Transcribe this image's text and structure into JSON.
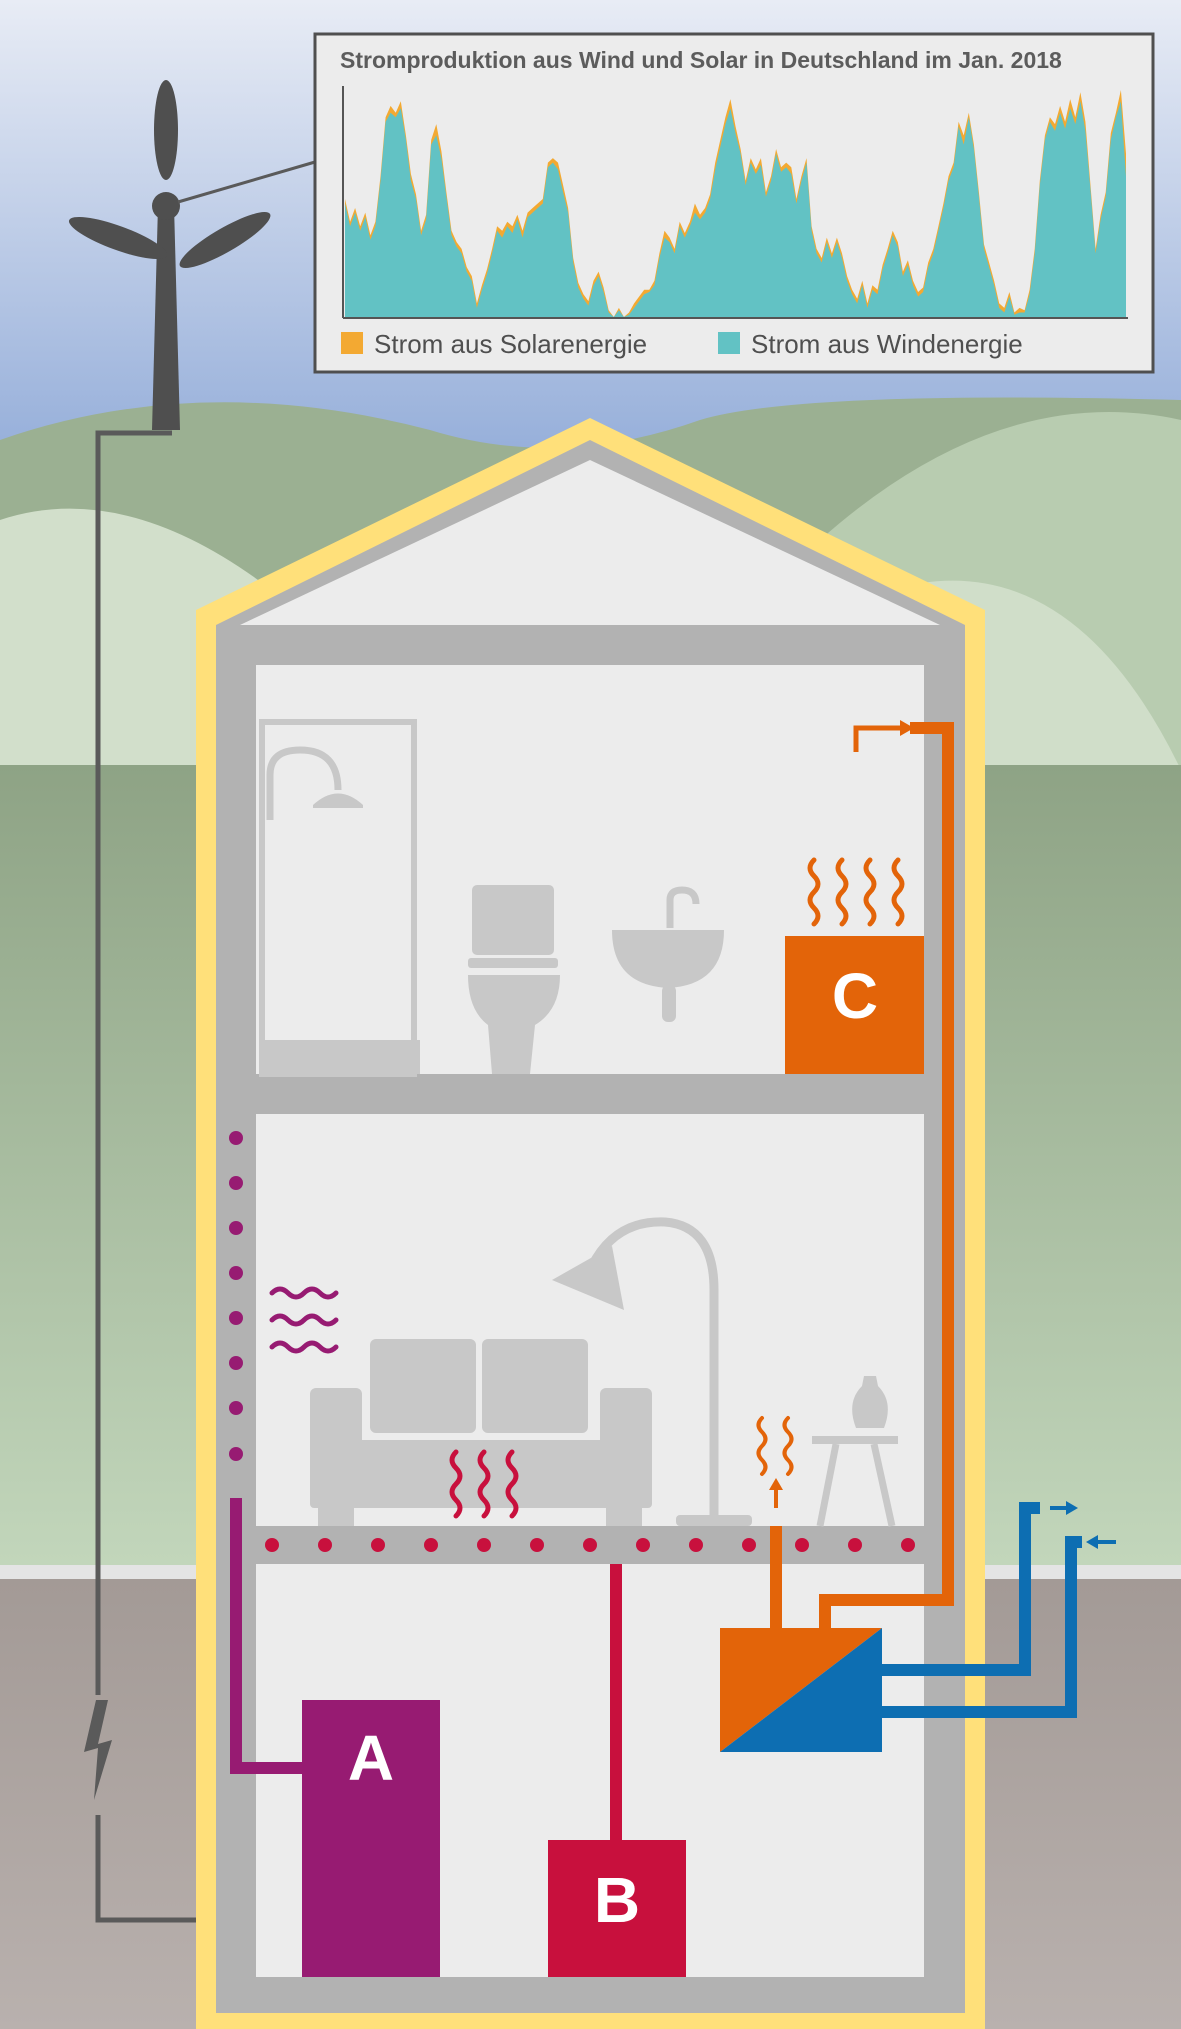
{
  "colors": {
    "sky_top": "#e8ecf5",
    "sky_bottom": "#8aa6d6",
    "hill_light": "#c8d7bf",
    "hill_dark": "#8ea385",
    "ground": "#a39a96",
    "house_outline": "#ffe07a",
    "wall": "#b2b2b2",
    "room": "#ececec",
    "furniture": "#c8c8c8",
    "wind_color": "#62c2c4",
    "solar_color": "#f3a932",
    "box_a": "#971b72",
    "box_b": "#c8103d",
    "box_c": "#e36409",
    "heatpump_blue": "#0d6eb2",
    "cable": "#5a5a5a"
  },
  "boxes": {
    "a_label": "A",
    "b_label": "B",
    "c_label": "C"
  },
  "icons": [
    "wind-turbine-icon",
    "lightning-icon",
    "shower-icon",
    "toilet-icon",
    "sink-icon",
    "sofa-icon",
    "floor-lamp-icon",
    "side-table-icon",
    "vase-icon",
    "heat-wave-icon",
    "heat-pump-icon"
  ],
  "chart_data": {
    "type": "area",
    "title": "Stromproduktion aus Wind und Solar in Deutschland im Jan. 2018",
    "xlabel": "",
    "ylabel": "",
    "grid": false,
    "legend_position": "bottom",
    "series": [
      {
        "name": "Strom aus Solarenergie",
        "color": "#f3a932",
        "values": [
          52,
          42,
          48,
          40,
          46,
          36,
          42,
          62,
          88,
          93,
          90,
          95,
          80,
          63,
          54,
          38,
          45,
          78,
          85,
          73,
          55,
          38,
          33,
          30,
          22,
          18,
          6,
          14,
          21,
          30,
          40,
          38,
          42,
          40,
          45,
          38,
          46,
          48,
          50,
          52,
          68,
          70,
          68,
          58,
          48,
          26,
          15,
          10,
          7,
          16,
          20,
          13,
          3,
          0,
          4,
          0,
          2,
          6,
          9,
          12,
          12,
          16,
          28,
          38,
          35,
          30,
          42,
          37,
          42,
          50,
          45,
          48,
          54,
          68,
          78,
          88,
          96,
          84,
          74,
          60,
          70,
          65,
          70,
          55,
          62,
          74,
          66,
          68,
          66,
          52,
          62,
          70,
          40,
          30,
          26,
          35,
          28,
          35,
          28,
          18,
          12,
          8,
          16,
          6,
          14,
          12,
          23,
          30,
          38,
          33,
          20,
          25,
          16,
          11,
          13,
          24,
          30,
          40,
          50,
          62,
          68,
          86,
          80,
          90,
          76,
          55,
          32,
          24,
          16,
          6,
          4,
          11,
          2,
          4,
          3,
          12,
          30,
          60,
          80,
          88,
          85,
          93,
          86,
          96,
          88,
          99,
          86,
          58,
          30,
          45,
          55,
          81,
          90,
          100,
          72
        ]
      },
      {
        "name": "Strom aus Windenergie",
        "color": "#62c2c4",
        "values": [
          50,
          40,
          46,
          38,
          44,
          34,
          40,
          60,
          86,
          90,
          88,
          92,
          78,
          60,
          52,
          36,
          43,
          76,
          80,
          70,
          53,
          36,
          31,
          28,
          20,
          16,
          4,
          12,
          19,
          28,
          38,
          35,
          40,
          37,
          43,
          35,
          44,
          46,
          48,
          50,
          66,
          68,
          65,
          55,
          46,
          24,
          13,
          8,
          5,
          14,
          18,
          11,
          2,
          0,
          3,
          0,
          1,
          4,
          7,
          10,
          11,
          14,
          26,
          35,
          33,
          28,
          40,
          35,
          40,
          46,
          43,
          46,
          52,
          65,
          75,
          85,
          92,
          81,
          72,
          58,
          68,
          63,
          67,
          53,
          60,
          72,
          64,
          66,
          63,
          50,
          60,
          68,
          38,
          28,
          24,
          33,
          26,
          33,
          26,
          16,
          10,
          6,
          14,
          4,
          12,
          10,
          21,
          28,
          36,
          31,
          18,
          23,
          14,
          9,
          11,
          22,
          28,
          38,
          48,
          60,
          66,
          84,
          76,
          88,
          74,
          53,
          30,
          22,
          14,
          4,
          2,
          9,
          1,
          2,
          2,
          10,
          28,
          58,
          78,
          86,
          82,
          90,
          83,
          92,
          85,
          95,
          82,
          56,
          28,
          43,
          53,
          78,
          88,
          95,
          62
        ]
      }
    ],
    "legend": [
      {
        "label": "Strom aus Solarenergie",
        "color": "#f3a932"
      },
      {
        "label": "Strom aus Windenergie",
        "color": "#62c2c4"
      }
    ]
  }
}
